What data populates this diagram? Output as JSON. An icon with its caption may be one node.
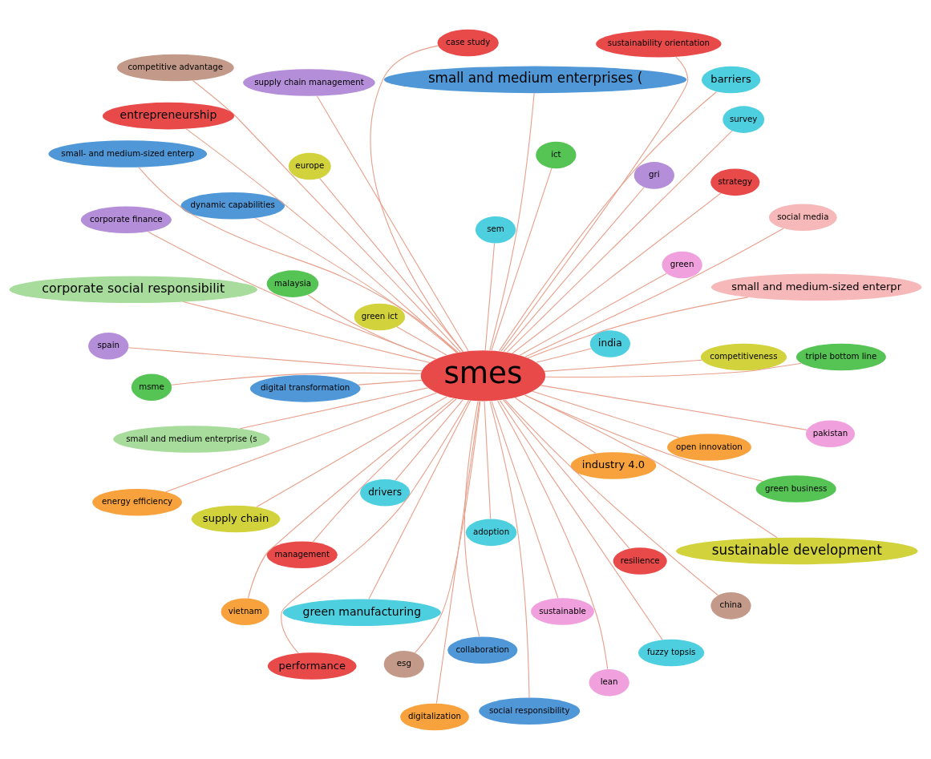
{
  "diagram": {
    "nodes": [
      {
        "text": [
          "energy efficiency"
        ]
      },
      {
        "text": [
          "open innovation"
        ]
      },
      {
        "text": [
          "digitalization"
        ]
      },
      {
        "text": [
          "competitive advantage"
        ]
      },
      {
        "text": [
          "industry 4.0"
        ]
      },
      {
        "text": [
          "digital transformation"
        ]
      },
      {
        "text": [
          "vietnam"
        ]
      },
      {
        "text": [
          "china"
        ]
      },
      {
        "text": [
          "esg"
        ]
      },
      {
        "text": [
          "lean"
        ]
      },
      {
        "text": [
          "collaboration"
        ]
      },
      {
        "text": [
          "spain"
        ]
      },
      {
        "text": [
          "pakistan"
        ]
      },
      {
        "text": [
          "green"
        ]
      },
      {
        "text": [
          "small and medium enterprises ("
        ]
      },
      {
        "text": [
          "sustainable"
        ]
      },
      {
        "text": [
          "fuzzy topsis"
        ]
      },
      {
        "text": [
          "small- and medium-sized enterp"
        ]
      },
      {
        "text": [
          "corporate finance"
        ]
      },
      {
        "text": [
          "dynamic capabilities"
        ]
      },
      {
        "text": [
          "drivers"
        ]
      },
      {
        "text": [
          "management"
        ]
      },
      {
        "text": [
          "smes"
        ]
      },
      {
        "text": [
          "barriers"
        ]
      },
      {
        "text": [
          "case study"
        ]
      },
      {
        "text": [
          "social responsibility"
        ]
      },
      {
        "text": [
          "survey"
        ]
      },
      {
        "text": [
          "green ict"
        ]
      },
      {
        "text": [
          "green manufacturing"
        ]
      },
      {
        "text": [
          "sustainable development"
        ]
      },
      {
        "text": [
          "ict"
        ]
      },
      {
        "text": [
          "india"
        ]
      },
      {
        "text": [
          "performance"
        ]
      },
      {
        "text": [
          "europe"
        ]
      },
      {
        "text": [
          "gri"
        ]
      },
      {
        "text": [
          "adoption"
        ]
      },
      {
        "text": [
          "sem"
        ]
      },
      {
        "text": [
          "sustainability orientation"
        ]
      },
      {
        "text": [
          "corporate social responsibilit"
        ]
      },
      {
        "text": [
          "msme"
        ]
      },
      {
        "text": [
          "supply chain management"
        ]
      },
      {
        "text": [
          "entrepreneurship"
        ]
      },
      {
        "text": [
          "malaysia"
        ]
      },
      {
        "text": [
          "strategy"
        ]
      },
      {
        "text": [
          "competitiveness"
        ]
      },
      {
        "text": [
          "supply chain"
        ]
      },
      {
        "text": [
          "green business"
        ]
      },
      {
        "text": [
          "resilience"
        ]
      },
      {
        "text": [
          "small and medium-sized enterpr"
        ]
      },
      {
        "text": [
          "triple bottom line"
        ]
      },
      {
        "text": [
          "small and medium enterprise (s"
        ]
      },
      {
        "text": [
          "social media"
        ]
      }
    ],
    "edges": [
      {
        "from": 22,
        "to": 0,
        "arrow": "none"
      },
      {
        "from": 22,
        "to": 1,
        "arrow": "none"
      },
      {
        "from": 22,
        "to": 2,
        "arrow": "none"
      },
      {
        "from": 22,
        "to": 3,
        "arrow": "none"
      },
      {
        "from": 22,
        "to": 4,
        "arrow": "none"
      },
      {
        "from": 22,
        "to": 5,
        "arrow": "none"
      },
      {
        "from": 22,
        "to": 6,
        "arrow": "none"
      },
      {
        "from": 22,
        "to": 7,
        "arrow": "none"
      },
      {
        "from": 22,
        "to": 8,
        "arrow": "none"
      },
      {
        "from": 22,
        "to": 9,
        "arrow": "none"
      },
      {
        "from": 22,
        "to": 10,
        "arrow": "none"
      },
      {
        "from": 22,
        "to": 11,
        "arrow": "none"
      },
      {
        "from": 22,
        "to": 12,
        "arrow": "none"
      },
      {
        "from": 22,
        "to": 13,
        "arrow": "none"
      },
      {
        "from": 22,
        "to": 14,
        "arrow": "none"
      },
      {
        "from": 22,
        "to": 15,
        "arrow": "none"
      },
      {
        "from": 22,
        "to": 16,
        "arrow": "none"
      },
      {
        "from": 22,
        "to": 17,
        "arrow": "none"
      },
      {
        "from": 22,
        "to": 18,
        "arrow": "none"
      },
      {
        "from": 22,
        "to": 19,
        "arrow": "none"
      },
      {
        "from": 22,
        "to": 20,
        "arrow": "none"
      },
      {
        "from": 22,
        "to": 21,
        "arrow": "none"
      },
      {
        "from": 22,
        "to": 23,
        "arrow": "none"
      },
      {
        "from": 22,
        "to": 24,
        "arrow": "none"
      },
      {
        "from": 22,
        "to": 25,
        "arrow": "none"
      },
      {
        "from": 22,
        "to": 26,
        "arrow": "none"
      },
      {
        "from": 22,
        "to": 27,
        "arrow": "none"
      },
      {
        "from": 22,
        "to": 28,
        "arrow": "none"
      },
      {
        "from": 22,
        "to": 29,
        "arrow": "none"
      },
      {
        "from": 22,
        "to": 30,
        "arrow": "none"
      },
      {
        "from": 22,
        "to": 31,
        "arrow": "none"
      },
      {
        "from": 22,
        "to": 32,
        "arrow": "none"
      },
      {
        "from": 22,
        "to": 33,
        "arrow": "none"
      },
      {
        "from": 22,
        "to": 34,
        "arrow": "none"
      },
      {
        "from": 22,
        "to": 35,
        "arrow": "none"
      },
      {
        "from": 22,
        "to": 36,
        "arrow": "none"
      },
      {
        "from": 22,
        "to": 37,
        "arrow": "none"
      },
      {
        "from": 22,
        "to": 38,
        "arrow": "none"
      },
      {
        "from": 22,
        "to": 39,
        "arrow": "none"
      },
      {
        "from": 22,
        "to": 40,
        "arrow": "none"
      },
      {
        "from": 22,
        "to": 41,
        "arrow": "none"
      },
      {
        "from": 22,
        "to": 42,
        "arrow": "none"
      },
      {
        "from": 22,
        "to": 43,
        "arrow": "none"
      },
      {
        "from": 22,
        "to": 44,
        "arrow": "none"
      },
      {
        "from": 22,
        "to": 45,
        "arrow": "none"
      },
      {
        "from": 22,
        "to": 46,
        "arrow": "none"
      },
      {
        "from": 22,
        "to": 47,
        "arrow": "none"
      },
      {
        "from": 22,
        "to": 48,
        "arrow": "none"
      },
      {
        "from": 22,
        "to": 49,
        "arrow": "none"
      },
      {
        "from": 22,
        "to": 50,
        "arrow": "none"
      },
      {
        "from": 22,
        "to": 51,
        "arrow": "none"
      }
    ]
  }
}
